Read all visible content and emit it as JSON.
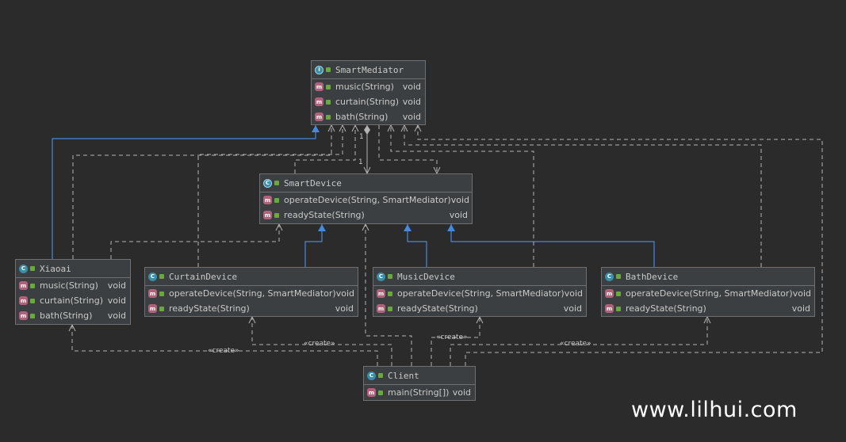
{
  "classes": {
    "smart_mediator": {
      "name": "SmartMediator",
      "methods": [
        {
          "name": "music(String)",
          "return": "void"
        },
        {
          "name": "curtain(String)",
          "return": "void"
        },
        {
          "name": "bath(String)",
          "return": "void"
        }
      ]
    },
    "smart_device": {
      "name": "SmartDevice",
      "methods": [
        {
          "name": "operateDevice(String, SmartMediator)",
          "return": "void"
        },
        {
          "name": "readyState(String)",
          "return": "void"
        }
      ]
    },
    "xiaoai": {
      "name": "Xiaoai",
      "methods": [
        {
          "name": "music(String)",
          "return": "void"
        },
        {
          "name": "curtain(String)",
          "return": "void"
        },
        {
          "name": "bath(String)",
          "return": "void"
        }
      ]
    },
    "curtain_device": {
      "name": "CurtainDevice",
      "methods": [
        {
          "name": "operateDevice(String, SmartMediator)",
          "return": "void"
        },
        {
          "name": "readyState(String)",
          "return": "void"
        }
      ]
    },
    "music_device": {
      "name": "MusicDevice",
      "methods": [
        {
          "name": "operateDevice(String, SmartMediator)",
          "return": "void"
        },
        {
          "name": "readyState(String)",
          "return": "void"
        }
      ]
    },
    "bath_device": {
      "name": "BathDevice",
      "methods": [
        {
          "name": "operateDevice(String, SmartMediator)",
          "return": "void"
        },
        {
          "name": "readyState(String)",
          "return": "void"
        }
      ]
    },
    "client": {
      "name": "Client",
      "methods": [
        {
          "name": "main(String[])",
          "return": "void"
        }
      ]
    }
  },
  "relations": {
    "multiplicity_source": "1",
    "multiplicity_target": "1",
    "create_label": "«create»"
  },
  "icons": {
    "interface": "interface-icon",
    "class": "class-icon",
    "method": "method-icon",
    "public": "public-lock-icon"
  },
  "colors": {
    "background": "#2b2b2b",
    "box": "#3c3f41",
    "inheritance": "#4a88d8",
    "dependency": "#b3b3b3"
  },
  "watermark": "www.lilhui.com"
}
